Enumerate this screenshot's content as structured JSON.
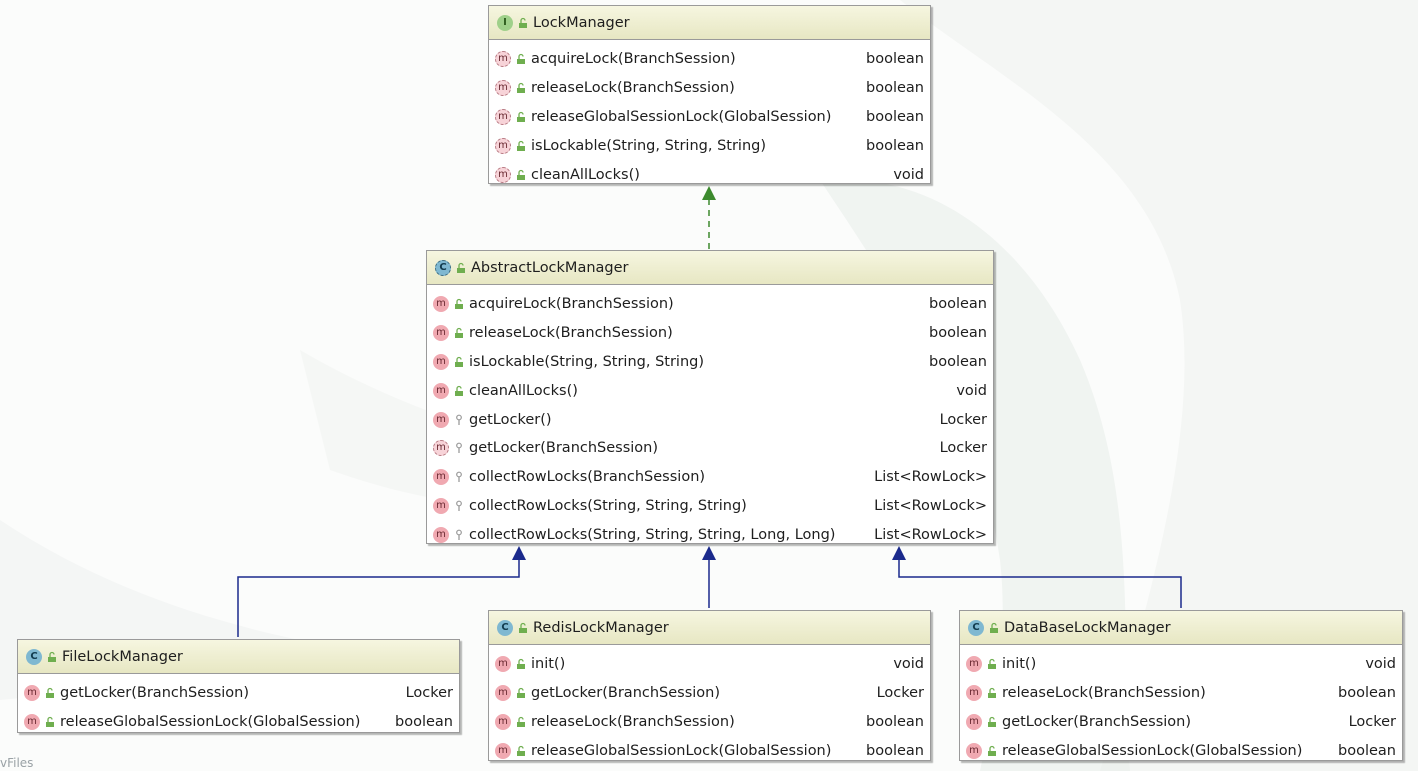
{
  "diagram": {
    "classes": [
      {
        "id": "lockmanager",
        "kind": "interface",
        "kind_glyph": "I",
        "name": "LockManager",
        "methods": [
          {
            "name": "acquireLock(BranchSession)",
            "returns": "boolean",
            "visibility": "public",
            "abstract": true
          },
          {
            "name": "releaseLock(BranchSession)",
            "returns": "boolean",
            "visibility": "public",
            "abstract": true
          },
          {
            "name": "releaseGlobalSessionLock(GlobalSession)",
            "returns": "boolean",
            "visibility": "public",
            "abstract": true
          },
          {
            "name": "isLockable(String, String, String)",
            "returns": "boolean",
            "visibility": "public",
            "abstract": true
          },
          {
            "name": "cleanAllLocks()",
            "returns": "void",
            "visibility": "public",
            "abstract": true
          }
        ]
      },
      {
        "id": "abstractlockmanager",
        "kind": "abstract-class",
        "kind_glyph": "C",
        "name": "AbstractLockManager",
        "methods": [
          {
            "name": "acquireLock(BranchSession)",
            "returns": "boolean",
            "visibility": "public",
            "abstract": false
          },
          {
            "name": "releaseLock(BranchSession)",
            "returns": "boolean",
            "visibility": "public",
            "abstract": false
          },
          {
            "name": "isLockable(String, String, String)",
            "returns": "boolean",
            "visibility": "public",
            "abstract": false
          },
          {
            "name": "cleanAllLocks()",
            "returns": "void",
            "visibility": "public",
            "abstract": false
          },
          {
            "name": "getLocker()",
            "returns": "Locker",
            "visibility": "protected",
            "abstract": false
          },
          {
            "name": "getLocker(BranchSession)",
            "returns": "Locker",
            "visibility": "protected",
            "abstract": true
          },
          {
            "name": "collectRowLocks(BranchSession)",
            "returns": "List<RowLock>",
            "visibility": "protected",
            "abstract": false
          },
          {
            "name": "collectRowLocks(String, String, String)",
            "returns": "List<RowLock>",
            "visibility": "protected",
            "abstract": false
          },
          {
            "name": "collectRowLocks(String, String, String, Long, Long)",
            "returns": "List<RowLock>",
            "visibility": "protected",
            "abstract": false
          }
        ]
      },
      {
        "id": "filelockmanager",
        "kind": "class",
        "kind_glyph": "C",
        "name": "FileLockManager",
        "methods": [
          {
            "name": "getLocker(BranchSession)",
            "returns": "Locker",
            "visibility": "public",
            "abstract": false
          },
          {
            "name": "releaseGlobalSessionLock(GlobalSession)",
            "returns": "boolean",
            "visibility": "public",
            "abstract": false
          }
        ]
      },
      {
        "id": "redislockmanager",
        "kind": "class",
        "kind_glyph": "C",
        "name": "RedisLockManager",
        "methods": [
          {
            "name": "init()",
            "returns": "void",
            "visibility": "public",
            "abstract": false
          },
          {
            "name": "getLocker(BranchSession)",
            "returns": "Locker",
            "visibility": "public",
            "abstract": false
          },
          {
            "name": "releaseLock(BranchSession)",
            "returns": "boolean",
            "visibility": "public",
            "abstract": false
          },
          {
            "name": "releaseGlobalSessionLock(GlobalSession)",
            "returns": "boolean",
            "visibility": "public",
            "abstract": false
          }
        ]
      },
      {
        "id": "databaselockmanager",
        "kind": "class",
        "kind_glyph": "C",
        "name": "DataBaseLockManager",
        "methods": [
          {
            "name": "init()",
            "returns": "void",
            "visibility": "public",
            "abstract": false
          },
          {
            "name": "releaseLock(BranchSession)",
            "returns": "boolean",
            "visibility": "public",
            "abstract": false
          },
          {
            "name": "getLocker(BranchSession)",
            "returns": "Locker",
            "visibility": "public",
            "abstract": false
          },
          {
            "name": "releaseGlobalSessionLock(GlobalSession)",
            "returns": "boolean",
            "visibility": "public",
            "abstract": false
          }
        ]
      }
    ],
    "relations": [
      {
        "from": "abstractlockmanager",
        "to": "lockmanager",
        "type": "implements",
        "color": "#3c8a2e"
      },
      {
        "from": "filelockmanager",
        "to": "abstractlockmanager",
        "type": "extends",
        "color": "#1b2a8c"
      },
      {
        "from": "redislockmanager",
        "to": "abstractlockmanager",
        "type": "extends",
        "color": "#1b2a8c"
      },
      {
        "from": "databaselockmanager",
        "to": "abstractlockmanager",
        "type": "extends",
        "color": "#1b2a8c"
      }
    ]
  },
  "footer": {
    "text": "vFiles"
  },
  "colors": {
    "header_gradient_top": "#f6f6e0",
    "header_gradient_bottom": "#e7e7c3",
    "implements_line": "#3c8a2e",
    "extends_line": "#1b2a8c",
    "method_icon": "#f0a9b1",
    "class_icon": "#7fb8d1",
    "interface_icon": "#9fd08a"
  }
}
